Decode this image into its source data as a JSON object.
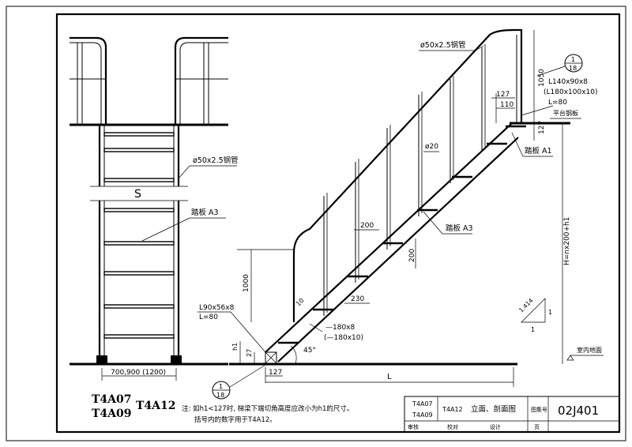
{
  "front_view": {
    "rail_label": "ø50x2.5钢管",
    "tread_label": "踏板 A3",
    "width_label": "700,900 (1200)",
    "break_mark": "S"
  },
  "section_view": {
    "rail_label": "ø50x2.5钢管",
    "angle_label": "L140x90x8",
    "angle_label_alt": "(L180x100x10)",
    "angle_l": "L=80",
    "top_dim_127": "127",
    "top_dim_110": "110",
    "top_dim_1050": "1050",
    "side_dim_127": "127",
    "floor_tag": "平台钢板",
    "tread_tag_top": "踏板 A1",
    "rod_label": "ø20",
    "tread_width": "200",
    "tread_rise": "200",
    "tread_depth": "230",
    "rail_height": "1000",
    "bottom_angle": "L90x56x8",
    "bottom_l": "L=80",
    "dim_27": "27",
    "dim_h1": "h1",
    "bottom_127": "127",
    "stringer_label": "—180x8",
    "stringer_label_alt": "(—180x10)",
    "tread_tag_mid": "踏板 A3",
    "angle_deg": "45°",
    "dim_10": "10",
    "total_height": "H=nx200+h1",
    "length_label": "L",
    "slope_a": "1.414",
    "slope_b": "1",
    "slope_c": "1",
    "ground_tag": "室内地面",
    "callout_top_num": "1",
    "callout_top_den": "18",
    "callout_bottom_num": "1",
    "callout_bottom_den": "18"
  },
  "captions": {
    "codes_left_1": "T4A07",
    "codes_left_2": "T4A09",
    "code_right": "T4A12",
    "note_line1": "注: 如h1<127时, 梯梁下端切角高度应改小为h1的尺寸。",
    "note_line2": "括号内的数字用于T4A12。"
  },
  "title_block": {
    "code_1": "T4A07",
    "code_2": "T4A09",
    "code_3": "T4A12",
    "title": "立面、剖面图",
    "atlas_label": "图集号",
    "atlas_no": "02J401",
    "review": "审核",
    "check": "校对",
    "design": "设计",
    "page": "页"
  }
}
